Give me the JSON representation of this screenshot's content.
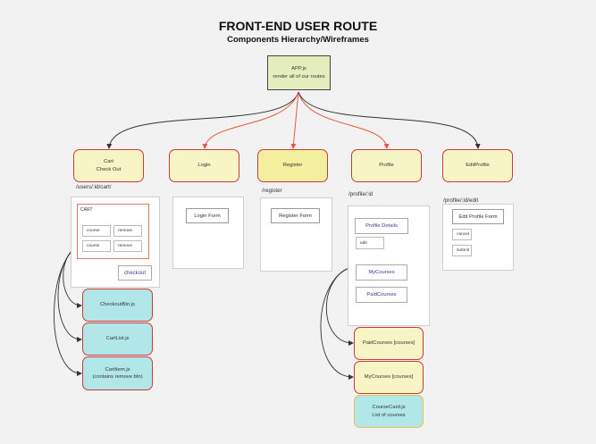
{
  "title": "FRONT-END USER ROUTE",
  "subtitle": "Components Hierarchy/Wireframes",
  "app": {
    "line1": "APP.js",
    "line2": "render all of our routes"
  },
  "nodes": {
    "cart": {
      "line1": "Cart",
      "line2": "Check Out"
    },
    "login": "Login",
    "register": "Register",
    "profile": "Profile",
    "edit_profile": "EditProfile"
  },
  "routes": {
    "cart": "/users/:id/cart/",
    "register": "/register",
    "profile": "/profile/:id",
    "edit_profile": "/profile/:id/edit"
  },
  "wireframes": {
    "cart": {
      "heading": "CART",
      "items": [
        [
          "course",
          "remove"
        ],
        [
          "course",
          "remove"
        ]
      ],
      "checkout": "checkout"
    },
    "login": {
      "form": "Login Form"
    },
    "register": {
      "form": "Register Form"
    },
    "profile": {
      "details": "Profile Details",
      "edit": "edit",
      "my_courses": "MyCourses",
      "paid_courses": "PaidCourses"
    },
    "edit_profile": {
      "form": "Edit Profile Form",
      "cancel": "cancel",
      "submit": "submit"
    }
  },
  "components": {
    "checkout_btn": "CheckoutBtn.js",
    "cart_list": "CartList.js",
    "cart_item": {
      "line1": "CartItem.js",
      "line2": "(contains remove btn)"
    },
    "paid_courses": "PaidCourses [courses]",
    "my_courses": "MyCourses [courses]",
    "course_card": {
      "line1": "CourseCard.js",
      "line2": "List of courses"
    }
  },
  "colors": {
    "background": "#f2f2f2",
    "node_fill": "#f7f4c6",
    "component_fill": "#b2e7ea",
    "app_fill": "#e4eebd",
    "border_red": "#cc3a3a",
    "edge_orange": "#e8553f",
    "edge_dark": "#333333"
  }
}
